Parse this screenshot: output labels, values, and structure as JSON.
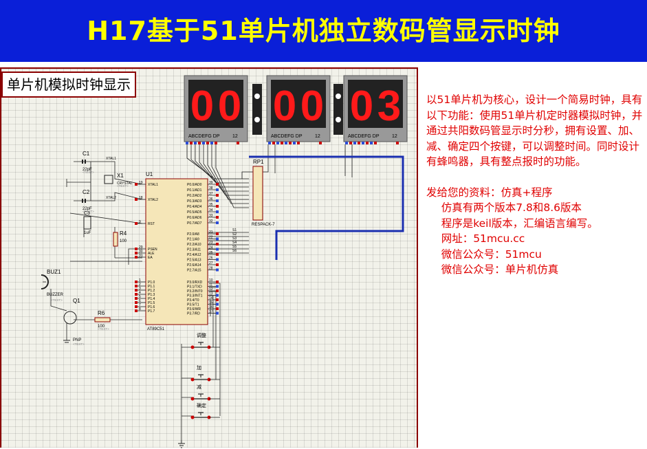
{
  "header": {
    "title": "H17基于51单片机独立数码管显示时钟",
    "bg_color": "#0a1fd8",
    "title_color": "#ffff00"
  },
  "schematic": {
    "label": "单片机模拟时钟显示",
    "display": {
      "digits": [
        "0",
        "0",
        "0",
        "0",
        "0",
        "3"
      ],
      "separator": ":",
      "segment_labels": "ABCDEFG DP",
      "pin_labels": "12",
      "color": "#ff1a1a"
    },
    "mcu": {
      "ref": "U1",
      "part": "AT89C51",
      "left_pins": [
        {
          "num": "19",
          "name": "XTAL1"
        },
        {
          "num": "18",
          "name": "XTAL2"
        },
        {
          "num": "9",
          "name": "RST"
        },
        {
          "num": "29",
          "name": "PSEN"
        },
        {
          "num": "30",
          "name": "ALE"
        },
        {
          "num": "31",
          "name": "EA"
        },
        {
          "num": "1",
          "name": "P1.0"
        },
        {
          "num": "2",
          "name": "P1.1"
        },
        {
          "num": "3",
          "name": "P1.2"
        },
        {
          "num": "4",
          "name": "P1.3"
        },
        {
          "num": "5",
          "name": "P1.4"
        },
        {
          "num": "6",
          "name": "P1.5"
        },
        {
          "num": "7",
          "name": "P1.6"
        },
        {
          "num": "8",
          "name": "P1.7"
        }
      ],
      "p0_pins": [
        {
          "num": "39",
          "name": "P0.0/AD0"
        },
        {
          "num": "38",
          "name": "P0.1/AD1"
        },
        {
          "num": "37",
          "name": "P0.2/AD2"
        },
        {
          "num": "36",
          "name": "P0.3/AD3"
        },
        {
          "num": "35",
          "name": "P0.4/AD4"
        },
        {
          "num": "34",
          "name": "P0.5/AD5"
        },
        {
          "num": "33",
          "name": "P0.6/AD6"
        },
        {
          "num": "32",
          "name": "P0.7/AD7"
        }
      ],
      "p2_pins": [
        {
          "num": "21",
          "name": "P2.0/A8"
        },
        {
          "num": "22",
          "name": "P2.1/A9"
        },
        {
          "num": "23",
          "name": "P2.2/A10"
        },
        {
          "num": "24",
          "name": "P2.3/A11"
        },
        {
          "num": "25",
          "name": "P2.4/A12"
        },
        {
          "num": "26",
          "name": "P2.5/A13"
        },
        {
          "num": "27",
          "name": "P2.6/A14"
        },
        {
          "num": "28",
          "name": "P2.7/A15"
        }
      ],
      "p3_pins": [
        {
          "num": "10",
          "name": "P3.0/RXD"
        },
        {
          "num": "11",
          "name": "P3.1/TXD"
        },
        {
          "num": "12",
          "name": "P3.2/INT0"
        },
        {
          "num": "13",
          "name": "P3.3/INT1"
        },
        {
          "num": "14",
          "name": "P3.4/T0"
        },
        {
          "num": "15",
          "name": "P3.5/T1"
        },
        {
          "num": "16",
          "name": "P3.6/WR"
        },
        {
          "num": "17",
          "name": "P3.7/RD"
        }
      ],
      "p2_net_labels": [
        "S1",
        "S2",
        "S3",
        "S4",
        "S5",
        "S6"
      ]
    },
    "components": {
      "c1": {
        "ref": "C1",
        "value": "22pF"
      },
      "c2": {
        "ref": "C2",
        "value": "22pF"
      },
      "c3": {
        "ref": "C3",
        "value": "1uF"
      },
      "x1": {
        "ref": "X1",
        "value": "CRYSTAL"
      },
      "r4": {
        "ref": "R4",
        "value": "100"
      },
      "r6": {
        "ref": "R6",
        "value": "100"
      },
      "buzzer": {
        "ref": "BUZ1",
        "value": "BUZZER"
      },
      "q1": {
        "ref": "Q1",
        "value": "PNP"
      },
      "rp1": {
        "ref": "RP1",
        "value": "RESPACK-7"
      },
      "net_xtal1": "XTAL1",
      "net_xtal2": "XTAL2",
      "text_placeholder": "<TEXT>"
    },
    "buttons": [
      {
        "label": "调整"
      },
      {
        "label": "加"
      },
      {
        "label": "减"
      },
      {
        "label": "确定"
      }
    ]
  },
  "description": {
    "intro": "以51单片机为核心，设计一个简易时钟，具有以下功能：使用51单片机定时器模拟时钟，并通过共阳数码管显示时分秒，拥有设置、加、减、确定四个按键，可以调整时间。同时设计有蜂鸣器，具有整点报时的功能。",
    "materials": "发给您的资料：仿真+程序",
    "sim_versions": "仿真有两个版本7.8和8.6版本",
    "program": "程序是keil版本，汇编语言编写。",
    "website": "网址：51mcu.cc",
    "wechat1": "微信公众号：51mcu",
    "wechat2": "微信公众号：单片机仿真"
  }
}
